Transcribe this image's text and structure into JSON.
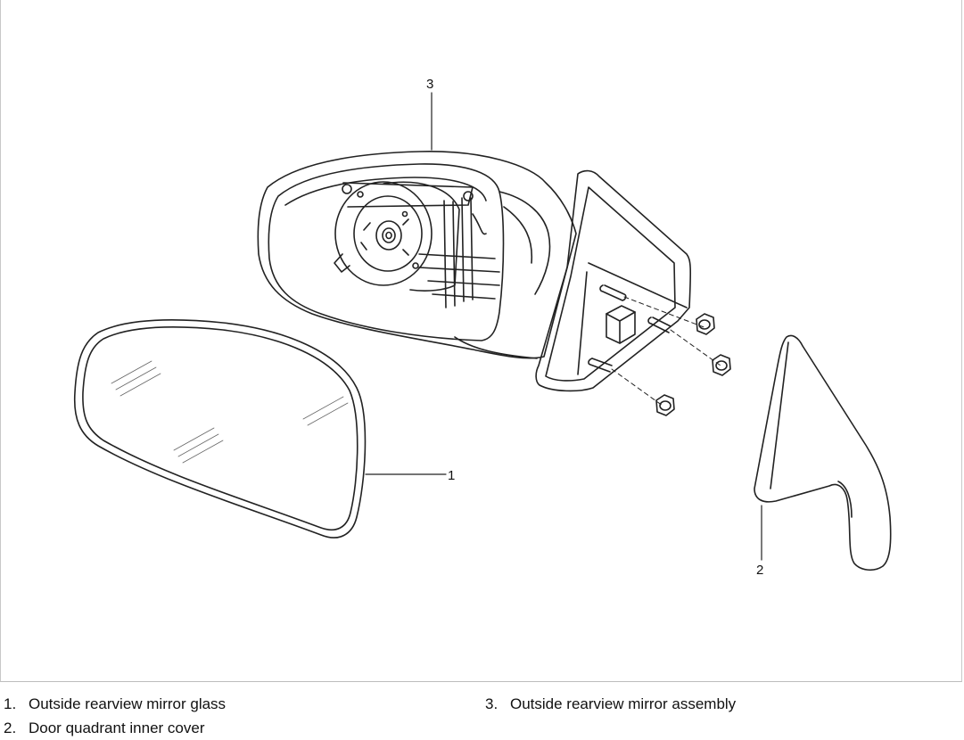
{
  "diagram": {
    "callouts": [
      {
        "id": "1",
        "label": "1"
      },
      {
        "id": "2",
        "label": "2"
      },
      {
        "id": "3",
        "label": "3"
      }
    ]
  },
  "legend": {
    "items": [
      {
        "number": "1.",
        "text": "Outside rearview mirror glass"
      },
      {
        "number": "2.",
        "text": "Door quadrant inner cover"
      },
      {
        "number": "3.",
        "text": "Outside rearview mirror assembly"
      }
    ]
  }
}
